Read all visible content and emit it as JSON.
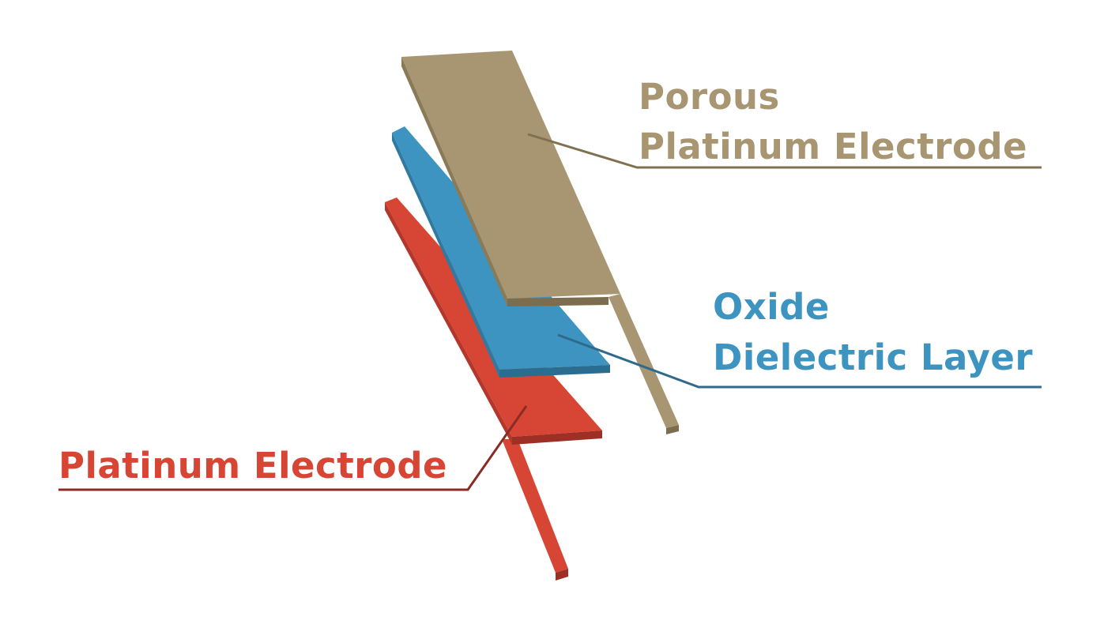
{
  "diagram": {
    "layers": [
      {
        "id": "porous-platinum-electrode",
        "label_lines": [
          "Porous",
          "Platinum Electrode"
        ],
        "color": "#a89672",
        "color_dark": "#8a7a58",
        "color_side": "#7c6d4e"
      },
      {
        "id": "oxide-dielectric-layer",
        "label_lines": [
          "Oxide",
          "Dielectric Layer"
        ],
        "color": "#3e94c0",
        "color_dark": "#2f7aa1",
        "color_side": "#2a6d90"
      },
      {
        "id": "platinum-electrode",
        "label_lines": [
          "Platinum Electrode"
        ],
        "color": "#d74535",
        "color_dark": "#b5362a",
        "color_side": "#9e2f25"
      }
    ]
  }
}
